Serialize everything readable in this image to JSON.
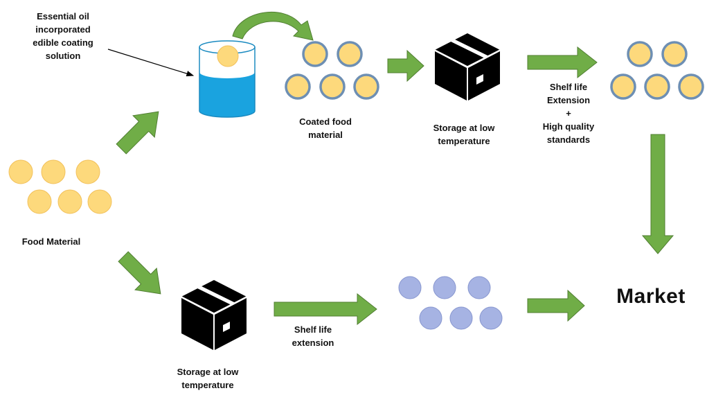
{
  "labels": {
    "coating_solution": [
      "Essential oil",
      "incorporated",
      "edible coating",
      "solution"
    ],
    "coated_food": [
      "Coated food",
      "material"
    ],
    "storage_top": [
      "Storage at low",
      "temperature"
    ],
    "shelf_life_top": [
      "Shelf life",
      "Extension",
      "+",
      "High quality",
      "standards"
    ],
    "food_material": [
      "Food Material"
    ],
    "storage_bottom": [
      "Storage at low",
      "temperature"
    ],
    "shelf_life_bottom": [
      "Shelf life",
      "extension"
    ],
    "market": "Market"
  },
  "colors": {
    "arrow_fill": "#70ad47",
    "arrow_stroke": "#507e32",
    "food_yellow": "#fdd97c",
    "coated_ring": "#6e8fb3",
    "stored_blue": "#a6b3e3",
    "liquid": "#1aa3df",
    "box": "#000000"
  }
}
